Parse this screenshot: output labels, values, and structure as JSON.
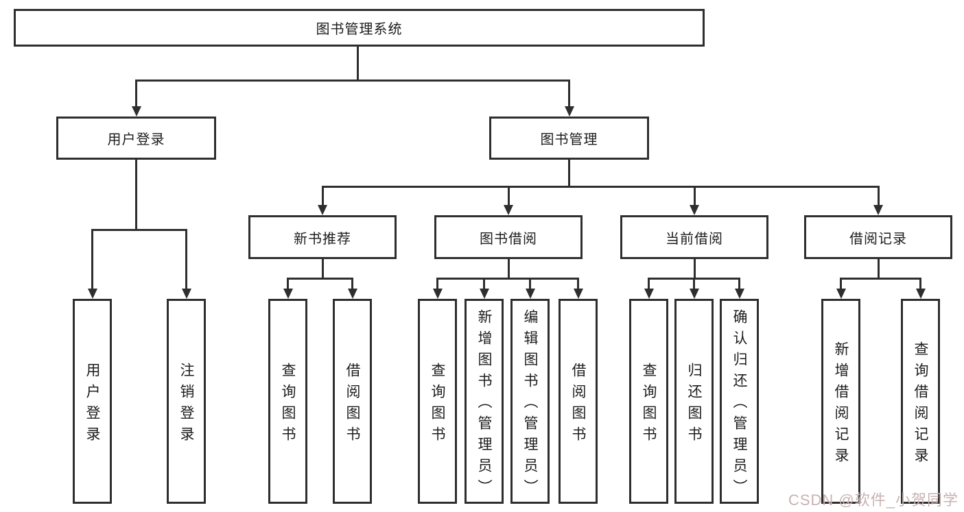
{
  "diagram": {
    "title": "图书管理系统",
    "root": {
      "label": "图书管理系统"
    },
    "level2": [
      {
        "label": "用户登录"
      },
      {
        "label": "图书管理"
      }
    ],
    "level3": [
      {
        "label": "新书推荐"
      },
      {
        "label": "图书借阅"
      },
      {
        "label": "当前借阅"
      },
      {
        "label": "借阅记录"
      }
    ],
    "leaves": {
      "user_login": [
        {
          "label": "用户登录"
        },
        {
          "label": "注销登录"
        }
      ],
      "new_books": [
        {
          "label": "查询图书"
        },
        {
          "label": "借阅图书"
        }
      ],
      "book_borrow": [
        {
          "label": "查询图书"
        },
        {
          "label": "新增图书（管理员）"
        },
        {
          "label": "编辑图书（管理员）"
        },
        {
          "label": "借阅图书"
        }
      ],
      "current_borrow": [
        {
          "label": "查询图书"
        },
        {
          "label": "归还图书"
        },
        {
          "label": "确认归还（管理员）"
        }
      ],
      "borrow_records": [
        {
          "label": "新增借阅记录"
        },
        {
          "label": "查询借阅记录"
        }
      ]
    },
    "watermark": "CSDN @软件_小贺同学",
    "colors": {
      "line": "#2e2e2e",
      "text": "#1c1c1c",
      "background": "#ffffff",
      "watermark": "#c9b2b2"
    }
  }
}
